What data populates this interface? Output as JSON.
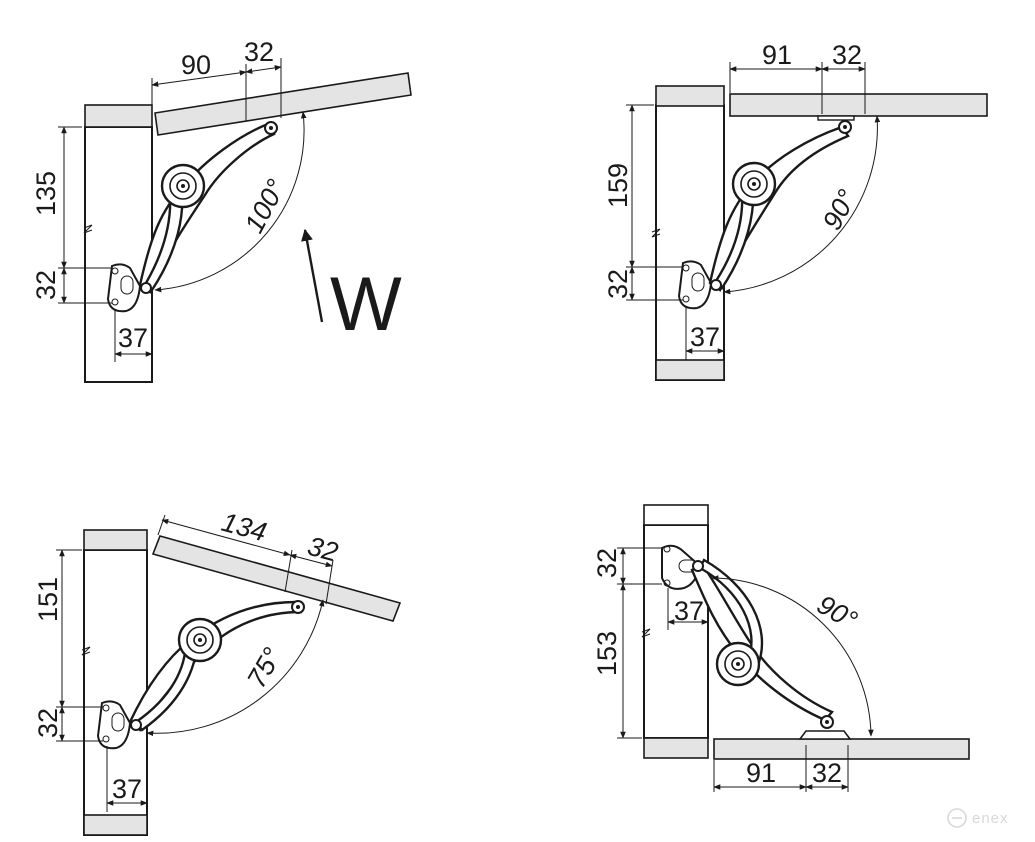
{
  "diagram": {
    "top_left": {
      "dim_width_a": "90",
      "dim_width_b": "32",
      "dim_height_a": "135",
      "dim_height_b": "32",
      "dim_offset": "37",
      "angle": "100°",
      "force_label": "W"
    },
    "top_right": {
      "dim_width_a": "91",
      "dim_width_b": "32",
      "dim_height_a": "159",
      "dim_height_b": "32",
      "dim_offset": "37",
      "angle": "90°"
    },
    "bottom_left": {
      "dim_width_a": "134",
      "dim_width_b": "32",
      "dim_height_a": "151",
      "dim_height_b": "32",
      "dim_offset": "37",
      "angle": "75°"
    },
    "bottom_right": {
      "dim_width_a": "91",
      "dim_width_b": "32",
      "dim_height_a": "153",
      "dim_height_b": "32",
      "dim_offset": "37",
      "angle": "90°"
    },
    "logo_text": "enex",
    "colors": {
      "line": "#1a1a1a",
      "panel_fill": "#e4e4e4",
      "logo": "#d8d8d8"
    }
  }
}
